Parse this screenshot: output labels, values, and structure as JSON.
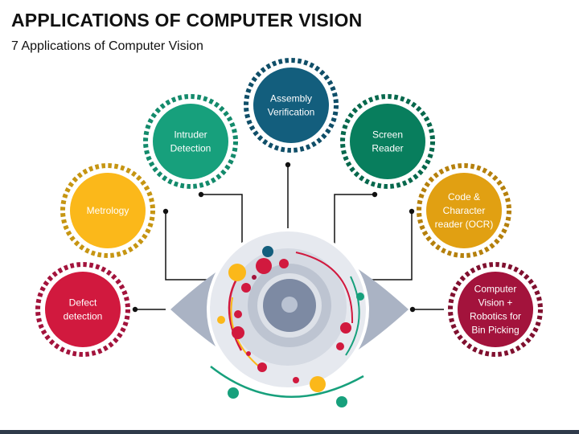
{
  "header": {
    "title": "APPLICATIONS OF COMPUTER VISION",
    "subtitle": "7 Applications of Computer Vision"
  },
  "colors": {
    "red": "#d1193e",
    "yellow": "#fbb81a",
    "green": "#17a07c",
    "blue": "#135e7d",
    "dark_green": "#087e5d",
    "mustard": "#e1a012",
    "maroon": "#a3133c",
    "eye_gray": "#aab3c4",
    "iris_blue": "#7d8aa3"
  },
  "nodes": [
    {
      "id": "defect-detection",
      "lines": [
        "Defect",
        "detection"
      ],
      "color": "#d1193e",
      "ring": "#a3133c"
    },
    {
      "id": "metrology",
      "lines": [
        "Metrology"
      ],
      "color": "#fbb81a",
      "ring": "#c69512"
    },
    {
      "id": "intruder-detection",
      "lines": [
        "Intruder",
        "Detection"
      ],
      "color": "#17a07c",
      "ring": "#138a6b"
    },
    {
      "id": "assembly-verification",
      "lines": [
        "Assembly",
        "Verification"
      ],
      "color": "#135e7d",
      "ring": "#0f4e68"
    },
    {
      "id": "screen-reader",
      "lines": [
        "Screen",
        "Reader"
      ],
      "color": "#087e5d",
      "ring": "#06684c"
    },
    {
      "id": "code-character-reader",
      "lines": [
        "Code &",
        "Character",
        "reader (OCR)"
      ],
      "color": "#e1a012",
      "ring": "#b5800c"
    },
    {
      "id": "computer-vision-robotics",
      "lines": [
        "Computer",
        "Vision +",
        "Robotics for",
        "Bin Picking"
      ],
      "color": "#a3133c",
      "ring": "#80102f"
    }
  ]
}
